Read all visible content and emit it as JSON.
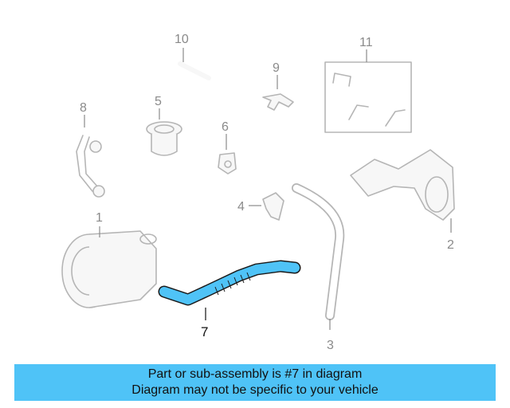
{
  "callouts": {
    "c1": "1",
    "c2": "2",
    "c3": "3",
    "c4": "4",
    "c5": "5",
    "c6": "6",
    "c7": "7",
    "c8": "8",
    "c9": "9",
    "c10": "10",
    "c11": "11"
  },
  "highlighted_part": "7",
  "colors": {
    "highlight": "#4fc3f7",
    "part_line": "#b5b5b5",
    "banner_bg": "#4fc3f7"
  },
  "banner": {
    "line1": "Part or sub-assembly is #7 in diagram",
    "line2": "Diagram may not be specific to your vehicle"
  }
}
